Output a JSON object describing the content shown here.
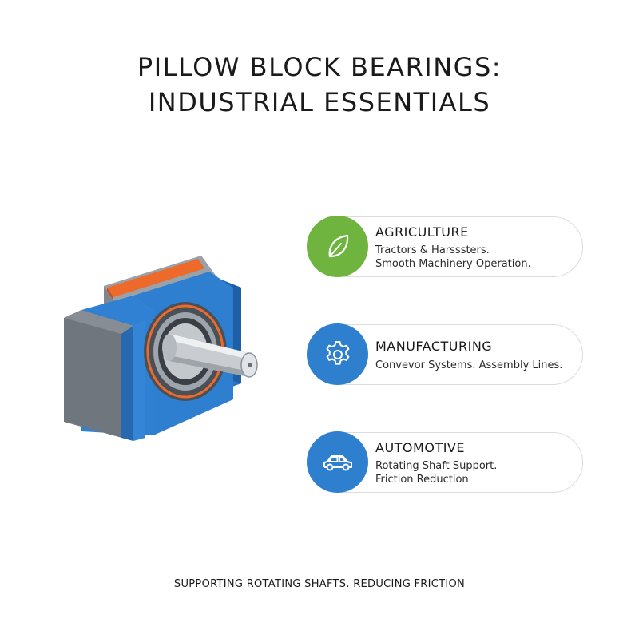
{
  "title": {
    "line1": "PILLOW BLOCK BEARINGS:",
    "line2": "INDUSTRIAL ESSENTIALS"
  },
  "illustration": {
    "name": "pillow-block-bearing",
    "colors": {
      "housing_blue": "#2f7fd0",
      "housing_gray": "#6f767d",
      "accent_orange": "#ee6a2b",
      "shaft_silver": "#c9cdd1"
    }
  },
  "applications": [
    {
      "heading": "AGRICULTURE",
      "line1": "Tractors & Harsssters.",
      "line2": "Smooth Machinery Operation.",
      "icon": "leaf-icon",
      "color": "#6fb43f"
    },
    {
      "heading": "MANUFACTURING",
      "line1": "Convevor Systems. Assembly Lines.",
      "line2": "",
      "icon": "gear-icon",
      "color": "#2e80cf"
    },
    {
      "heading": "AUTOMOTIVE",
      "line1": "Rotating Shaft Support.",
      "line2": "Friction Reduction",
      "icon": "car-icon",
      "color": "#2e80cf"
    }
  ],
  "footer": "SUPPORTING ROTATING SHAFTS. REDUCING FRICTION"
}
